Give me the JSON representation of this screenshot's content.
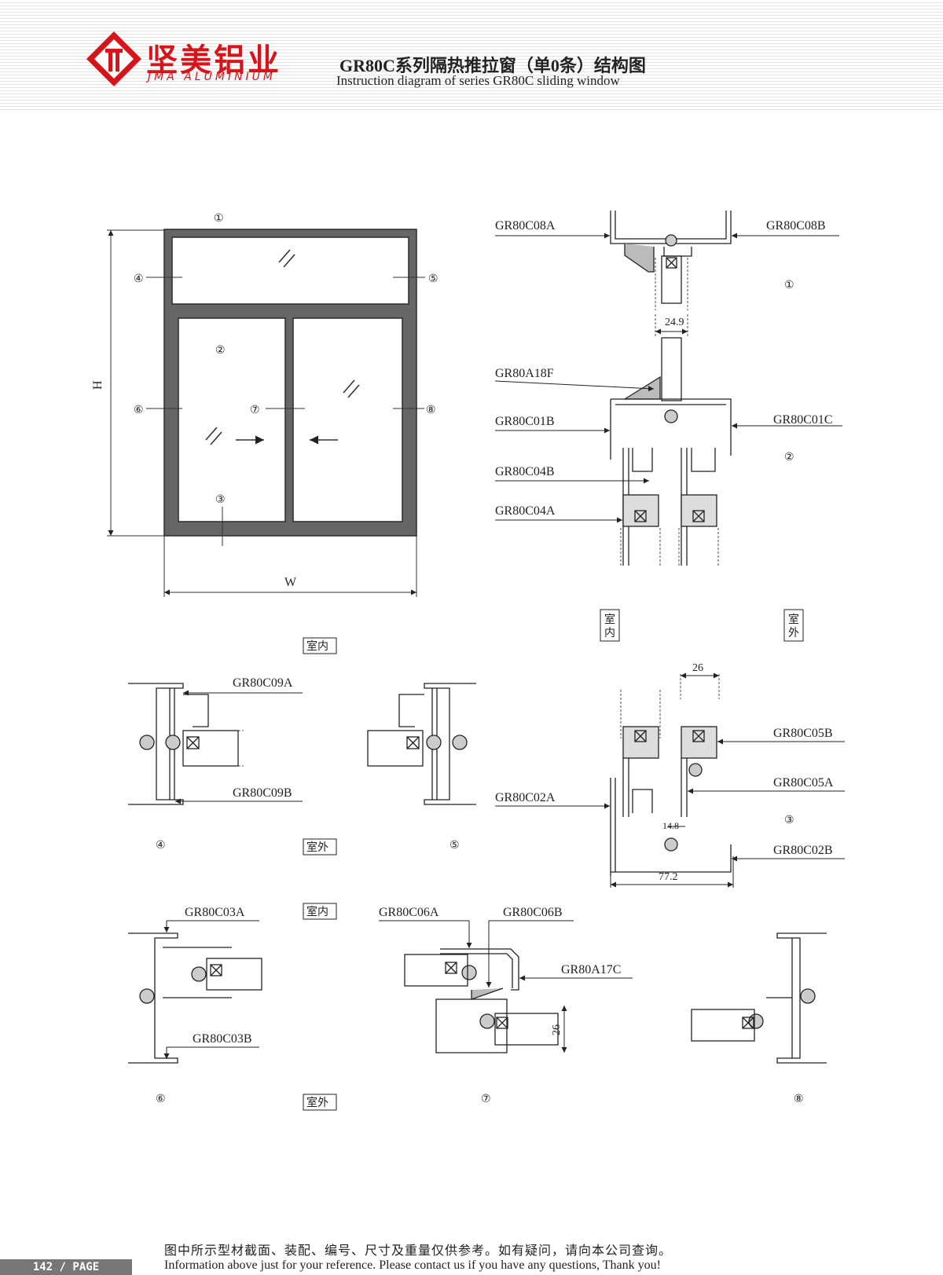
{
  "header": {
    "brand_cn": "坚美铝业",
    "brand_en": "JMA ALUMINIUM",
    "title_cn": "GR80C系列隔热推拉窗（单0条）结构图",
    "title_en": "Instruction diagram of series GR80C sliding window",
    "brand_color": "#d7141a"
  },
  "elevation": {
    "height_label": "H",
    "width_label": "W",
    "markers": [
      "①",
      "②",
      "③",
      "④",
      "⑤",
      "⑥",
      "⑦",
      "⑧"
    ]
  },
  "parts": {
    "c08a": "GR80C08A",
    "c08b": "GR80C08B",
    "a18f": "GR80A18F",
    "c01b": "GR80C01B",
    "c01c": "GR80C01C",
    "c04b": "GR80C04B",
    "c04a": "GR80C04A",
    "c09a": "GR80C09A",
    "c09b": "GR80C09B",
    "c05b": "GR80C05B",
    "c05a": "GR80C05A",
    "c02a": "GR80C02A",
    "c02b": "GR80C02B",
    "c03a": "GR80C03A",
    "c03b": "GR80C03B",
    "c06a": "GR80C06A",
    "c06b": "GR80C06B",
    "a17c": "GR80A17C"
  },
  "dimensions": {
    "d1": "24.9",
    "d2": "26",
    "d3": "14.8",
    "d4": "77.2",
    "d5": "26"
  },
  "sides": {
    "inside": "室内",
    "outside": "室外",
    "in1": "室",
    "in2": "内",
    "out1": "室",
    "out2": "外"
  },
  "section_numbers": {
    "s1": "①",
    "s2": "②",
    "s3": "③",
    "s4": "④",
    "s5": "⑤",
    "s6": "⑥",
    "s7": "⑦",
    "s8": "⑧"
  },
  "footer": {
    "note_cn": "图中所示型材截面、装配、编号、尺寸及重量仅供参考。如有疑问，请向本公司查询。",
    "note_en": "Information above just for your reference. Please contact us if you have any questions, Thank you!",
    "page": "142 / PAGE"
  }
}
